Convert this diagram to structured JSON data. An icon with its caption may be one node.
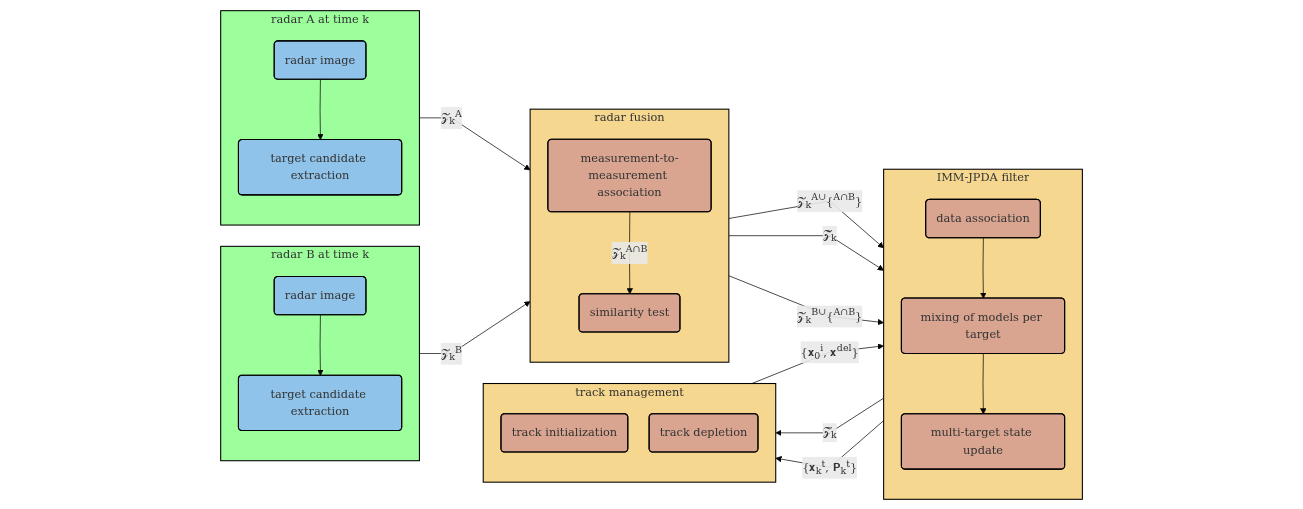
{
  "diagram": {
    "nodes": [
      {
        "text": [
          "radar A at time k"
        ]
      },
      {
        "text": [
          "radar image"
        ],
        "in": 0
      },
      {
        "text": [
          "target candidate extraction"
        ],
        "in": 0
      },
      {
        "text": [
          "radar B at time k"
        ]
      },
      {
        "text": [
          "radar image"
        ],
        "in": 3
      },
      {
        "text": [
          "target candidate extraction"
        ],
        "in": 3
      },
      {
        "text": [
          "radar fusion"
        ]
      },
      {
        "text": [
          "measurement-to-measurement association"
        ],
        "in": 6
      },
      {
        "text": [
          "similarity test"
        ],
        "in": 6
      },
      {
        "text": [
          "IMM-JPDA filter"
        ]
      },
      {
        "text": [
          "data association"
        ],
        "in": 9
      },
      {
        "text": [
          "mixing of models per target"
        ],
        "in": 9
      },
      {
        "text": [
          "multi-target state update"
        ],
        "in": 9
      },
      {
        "text": [
          "track management"
        ]
      },
      {
        "text": [
          "track initialization"
        ],
        "in": 13
      },
      {
        "text": [
          "track depletion"
        ],
        "in": 13
      }
    ],
    "edges": [
      {
        "from": 1,
        "to": 2,
        "arrow": "to"
      },
      {
        "from": 4,
        "to": 5,
        "arrow": "to"
      },
      {
        "from": 0,
        "to": 6,
        "arrow": "to",
        "label": "𝒵$_{k}$$^{A}$"
      },
      {
        "from": 3,
        "to": 6,
        "arrow": "to",
        "label": "𝒵$_{k}$$^{B}$"
      },
      {
        "from": 7,
        "to": 8,
        "arrow": "to",
        "label": "𝒵$_{k}$$^{A∩B}$"
      },
      {
        "from": 6,
        "to": 9,
        "arrow": "to",
        "label": "𝒵$_{k}$$^{A∪}${$^{A∩B}$}"
      },
      {
        "from": 6,
        "to": 9,
        "arrow": "to",
        "label": "𝒵̃$_{k}$"
      },
      {
        "from": 6,
        "to": 9,
        "arrow": "to",
        "label": "𝒵$_{k}$$^{B∪}${$^{A∩B}$}"
      },
      {
        "from": 10,
        "to": 11,
        "arrow": "to"
      },
      {
        "from": 11,
        "to": 12,
        "arrow": "to"
      },
      {
        "from": 13,
        "to": 9,
        "arrow": "to",
        "label": "{𝐱$_{0}$$^{i}$, 𝐱$^{del}$}"
      },
      {
        "from": 9,
        "to": 13,
        "arrow": "to",
        "label": "𝒵̂$_{k}$"
      },
      {
        "from": 9,
        "to": 13,
        "arrow": "to",
        "label": "{𝐱$_{k}$$^{t}$, 𝐏$_{k}$$^{t}$}"
      }
    ]
  }
}
